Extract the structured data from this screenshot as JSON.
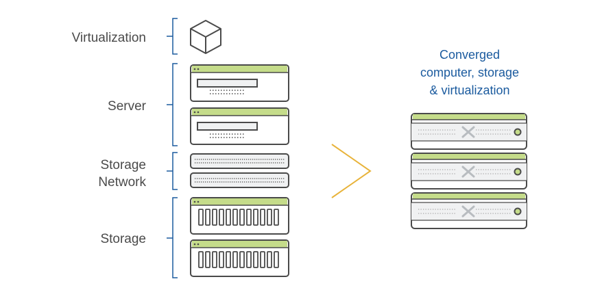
{
  "left_stack": {
    "labels": {
      "virtualization": "Virtualization",
      "server": "Server",
      "storage_network_line1": "Storage",
      "storage_network_line2": "Network",
      "storage": "Storage"
    }
  },
  "right_stack": {
    "title_line1": "Converged",
    "title_line2": "computer, storage",
    "title_line3": "& virtualization",
    "unit_count": 3
  },
  "colors": {
    "outline": "#4a4a4a",
    "accent_green": "#c5dc8a",
    "bracket_blue": "#1a5a9e",
    "arrow_gold": "#e8b33a",
    "title_blue": "#1a5a9e",
    "dots_gray": "#8a8a8a",
    "x_mark_gray": "#b8bcc0",
    "panel_gray": "#f0f1f2"
  },
  "icons": [
    "cube-icon",
    "chevron-right-icon",
    "nutanix-x-icon",
    "power-led-icon"
  ]
}
